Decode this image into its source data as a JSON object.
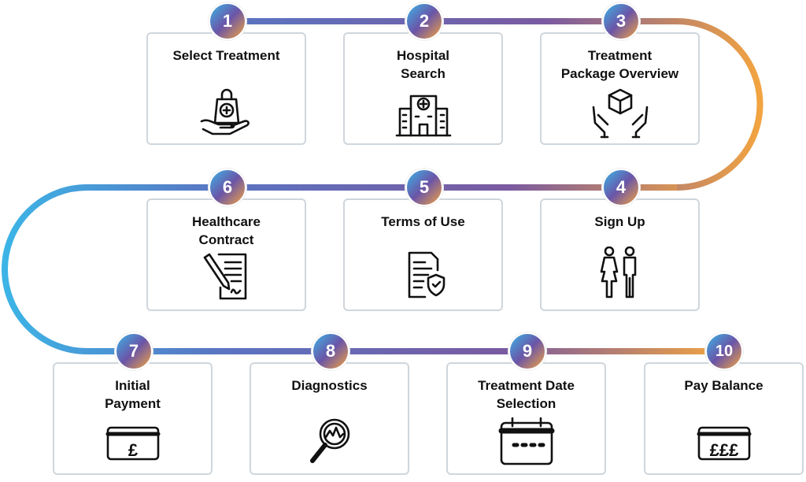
{
  "colors": {
    "track_start": "#3cb4e6",
    "track_mid": "#6a55a8",
    "track_end": "#f2a440",
    "card_border": "#cfd6dc"
  },
  "steps": [
    {
      "number": "1",
      "title": "Select Treatment",
      "icon": "hand-shopping-bag-medical-icon"
    },
    {
      "number": "2",
      "title": "Hospital\nSearch",
      "icon": "hospital-building-icon"
    },
    {
      "number": "3",
      "title": "Treatment\nPackage Overview",
      "icon": "hands-box-icon"
    },
    {
      "number": "4",
      "title": "Sign Up",
      "icon": "people-icon"
    },
    {
      "number": "5",
      "title": "Terms of Use",
      "icon": "document-shield-icon"
    },
    {
      "number": "6",
      "title": "Healthcare\nContract",
      "icon": "contract-pen-icon"
    },
    {
      "number": "7",
      "title": "Initial\nPayment",
      "icon": "card-pound-icon",
      "icon_text": "£"
    },
    {
      "number": "8",
      "title": "Diagnostics",
      "icon": "magnifier-chart-icon"
    },
    {
      "number": "9",
      "title": "Treatment Date\nSelection",
      "icon": "calendar-icon"
    },
    {
      "number": "10",
      "title": "Pay Balance",
      "icon": "card-pounds-icon",
      "icon_text": "£££"
    }
  ]
}
